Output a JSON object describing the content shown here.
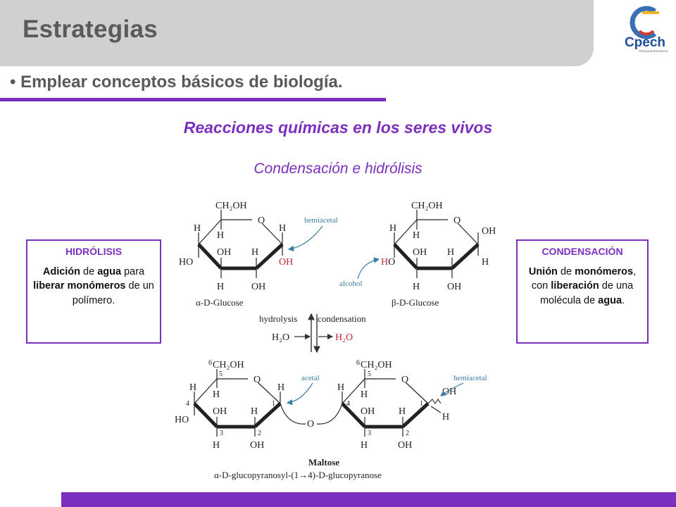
{
  "header": {
    "title": "Estrategias",
    "logo_text": "Cpech",
    "logo_tagline": "PREUNIVERSITARIOS"
  },
  "bullet": {
    "text": "• Emplear conceptos básicos de biología."
  },
  "main": {
    "subtitle": "Reacciones químicas en los seres vivos",
    "topic": "Condensación e hidrólisis"
  },
  "hidrolisis": {
    "heading": "HIDRÓLISIS",
    "w1": "Adición",
    "w2": " de ",
    "w3": "agua",
    "w4": " para ",
    "w5": "liberar",
    "w6": "monómeros",
    "w7": " de un polímero."
  },
  "condensacion": {
    "heading": "CONDENSACIÓN",
    "w1": "Unión",
    "w2": " de ",
    "w3": "monómeros",
    "w4": ", con ",
    "w5": "liberación",
    "w6": " de una molécula de ",
    "w7": "agua",
    "w8": "."
  },
  "diagram": {
    "ch2oh": "CH₂OH",
    "H": "H",
    "O": "O",
    "OH": "OH",
    "HO": "HO",
    "hemiacetal": "hemiacetal",
    "alcohol": "alcohol",
    "acetal": "acetal",
    "alpha_glucose": "α-D-Glucose",
    "beta_glucose": "β-D-Glucose",
    "hydrolysis": "hydrolysis",
    "condensation": "condensation",
    "h2o": "H₂O",
    "six": "6",
    "n1": "1",
    "n2": "2",
    "n3": "3",
    "n4": "4",
    "n5": "5",
    "maltose": "Maltose",
    "maltose_name": "α-D-glucopyranosyl-(1→4)-D-glucopyranose"
  },
  "colors": {
    "purple": "#7b2fbf",
    "header_gray": "#d0d0d0",
    "red_label": "#c4283a",
    "blue_label": "#3a7da8"
  }
}
